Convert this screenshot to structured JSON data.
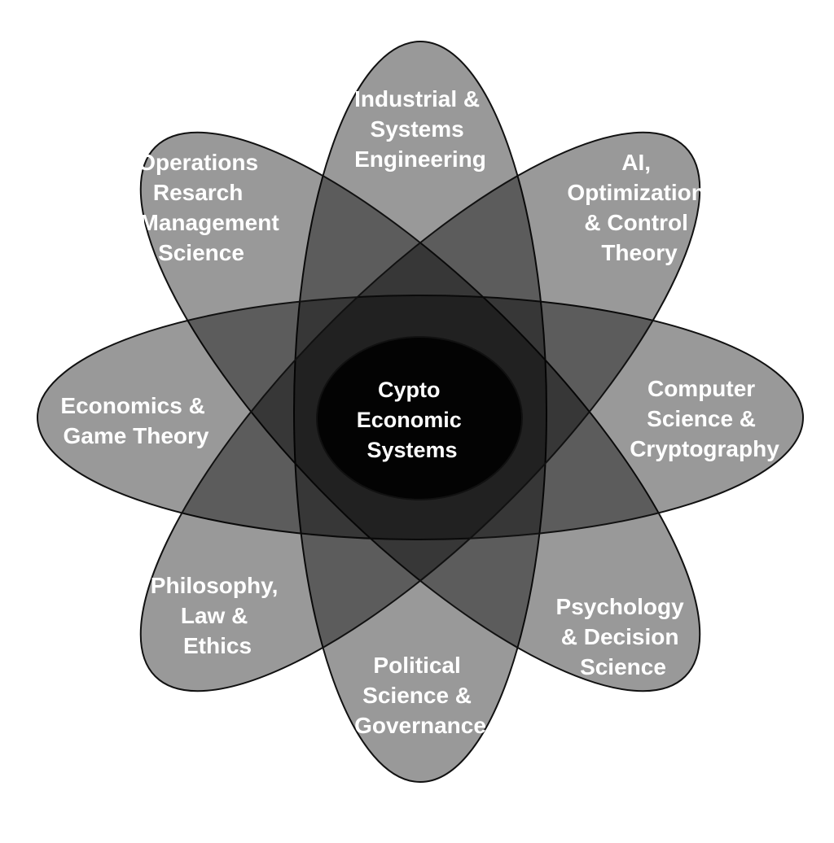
{
  "diagram": {
    "center": {
      "lines": [
        "Cypto",
        "Economic",
        "Systems"
      ]
    },
    "petals": [
      {
        "id": "industrial",
        "lines": [
          "Industrial &",
          "Systems",
          "Engineering"
        ]
      },
      {
        "id": "ai",
        "lines": [
          "AI,",
          "Optimization",
          "& Control",
          "Theory"
        ]
      },
      {
        "id": "cs",
        "lines": [
          "Computer",
          "Science &",
          "Cryptography"
        ]
      },
      {
        "id": "psych",
        "lines": [
          "Psychology",
          "& Decision",
          "Science"
        ]
      },
      {
        "id": "poli",
        "lines": [
          "Political",
          "Science &",
          "Governance"
        ]
      },
      {
        "id": "phil",
        "lines": [
          "Philosophy,",
          "Law &",
          "Ethics"
        ]
      },
      {
        "id": "econ",
        "lines": [
          "Economics &",
          "Game Theory"
        ]
      },
      {
        "id": "ops",
        "lines": [
          "Operations",
          "Resarch",
          "& Management",
          "Science"
        ]
      }
    ]
  }
}
